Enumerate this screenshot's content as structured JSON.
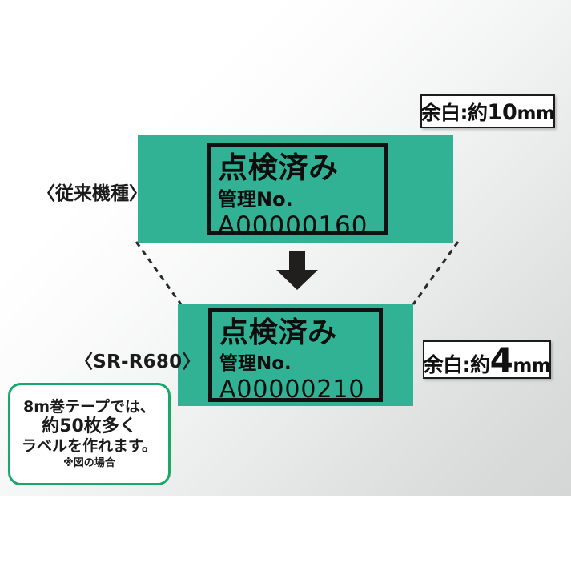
{
  "figure": {
    "background_top_color": "#ffffff",
    "background_bottom_color": "#d5d7d7",
    "tape_color": "#31b294",
    "accent_color": "#1aa86a",
    "frame_color": "#111111"
  },
  "comparison": {
    "old": {
      "caption": "〈従来機種〉",
      "label": {
        "title": "点検済み",
        "subtitle": "管理No.",
        "code": "A00000160"
      },
      "margin_callout": {
        "prefix": "余白:約",
        "value": "10",
        "unit": "mm",
        "full_text": "余白:約10mm"
      }
    },
    "new": {
      "caption": "〈SR-R680〉",
      "label": {
        "title": "点検済み",
        "subtitle": "管理No.",
        "code": "A00000210"
      },
      "margin_callout": {
        "prefix": "余白:約",
        "value": "4",
        "unit": "mm",
        "full_text": "余白:約4mm"
      }
    }
  },
  "callout_bubble": {
    "line1": "8m巻テープでは、",
    "line2": "約50枚多く",
    "line3": "ラベルを作れます。",
    "note": "※図の場合"
  },
  "icons": {
    "down_arrow": "down-arrow-icon",
    "connector_left": "dashed-connector-left-icon",
    "connector_right": "dashed-connector-right-icon",
    "bubble_tail": "speech-bubble-tail-icon"
  }
}
